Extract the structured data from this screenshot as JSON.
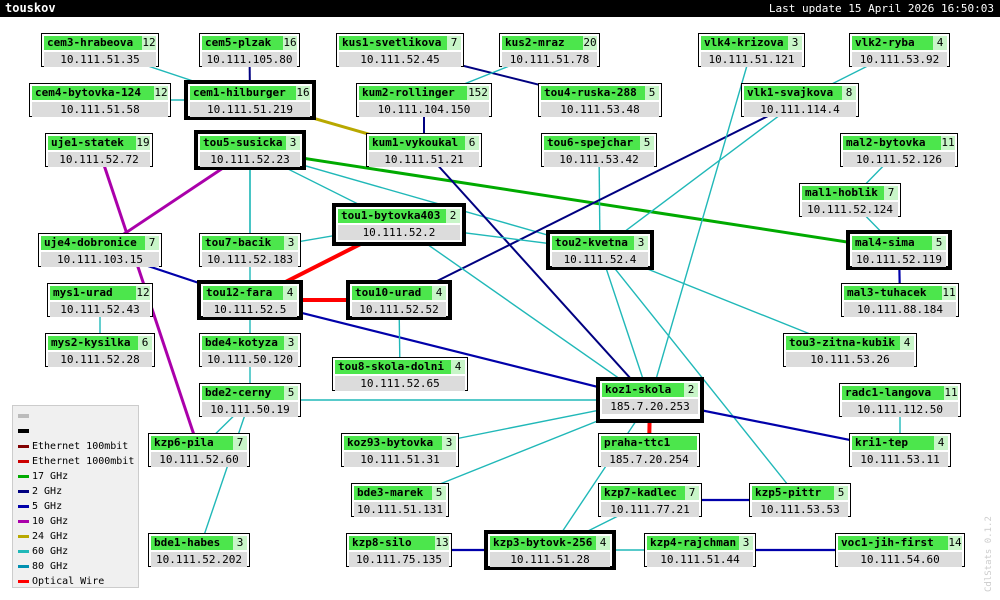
{
  "header": {
    "title": "touskov",
    "last_update": "Last update 15 April 2026 16:50:03"
  },
  "colors": {
    "legend_blank": "#bbbbbb",
    "legend_black": "#000000"
  },
  "legend": [
    {
      "label": "",
      "color": "#bbbbbb"
    },
    {
      "label": "",
      "color": "#000000"
    },
    {
      "label": "Ethernet 100mbit",
      "color": "#800000"
    },
    {
      "label": "Ethernet 1000mbit",
      "color": "#cc0000"
    },
    {
      "label": "17 GHz",
      "color": "#00aa00"
    },
    {
      "label": "2 GHz",
      "color": "#000080"
    },
    {
      "label": "5 GHz",
      "color": "#0000aa"
    },
    {
      "label": "10 GHz",
      "color": "#aa00aa"
    },
    {
      "label": "24 GHz",
      "color": "#b8a800"
    },
    {
      "label": "60 GHz",
      "color": "#20b8b8"
    },
    {
      "label": "80 GHz",
      "color": "#0090b0"
    },
    {
      "label": "Optical Wire",
      "color": "#ff0000"
    }
  ],
  "nodes": [
    {
      "id": "cem3",
      "name": "cem3-hrabeova",
      "count": "12",
      "ip": "10.111.51.35"
    },
    {
      "id": "cem5",
      "name": "cem5-plzak",
      "count": "16",
      "ip": "10.111.105.80"
    },
    {
      "id": "kus1",
      "name": "kus1-svetlikova",
      "count": "7",
      "ip": "10.111.52.45"
    },
    {
      "id": "kus2",
      "name": "kus2-mraz",
      "count": "20",
      "ip": "10.111.51.78"
    },
    {
      "id": "vlk4",
      "name": "vlk4-krizova",
      "count": "3",
      "ip": "10.111.51.121"
    },
    {
      "id": "vlk2",
      "name": "vlk2-ryba",
      "count": "4",
      "ip": "10.111.53.92"
    },
    {
      "id": "cem4",
      "name": "cem4-bytovka-124",
      "count": "12",
      "ip": "10.111.51.58"
    },
    {
      "id": "cem1",
      "name": "cem1-hilburger",
      "count": "16",
      "ip": "10.111.51.219"
    },
    {
      "id": "kum2",
      "name": "kum2-rollinger",
      "count": "152",
      "ip": "10.111.104.150"
    },
    {
      "id": "tou4",
      "name": "tou4-ruska-288",
      "count": "5",
      "ip": "10.111.53.48"
    },
    {
      "id": "vlk1",
      "name": "vlk1-svajkova",
      "count": "8",
      "ip": "10.111.114.4"
    },
    {
      "id": "uje1",
      "name": "uje1-statek",
      "count": "19",
      "ip": "10.111.52.72"
    },
    {
      "id": "tou5",
      "name": "tou5-susicka",
      "count": "3",
      "ip": "10.111.52.23"
    },
    {
      "id": "kum1",
      "name": "kum1-vykoukal",
      "count": "6",
      "ip": "10.111.51.21"
    },
    {
      "id": "tou6",
      "name": "tou6-spejchar",
      "count": "5",
      "ip": "10.111.53.42"
    },
    {
      "id": "mal2",
      "name": "mal2-bytovka",
      "count": "11",
      "ip": "10.111.52.126"
    },
    {
      "id": "mal1",
      "name": "mal1-hoblik",
      "count": "7",
      "ip": "10.111.52.124"
    },
    {
      "id": "tou1",
      "name": "tou1-bytovka403",
      "count": "2",
      "ip": "10.111.52.2"
    },
    {
      "id": "uje4",
      "name": "uje4-dobronice",
      "count": "7",
      "ip": "10.111.103.15"
    },
    {
      "id": "tou7",
      "name": "tou7-bacik",
      "count": "3",
      "ip": "10.111.52.183"
    },
    {
      "id": "tou2",
      "name": "tou2-kvetna",
      "count": "3",
      "ip": "10.111.52.4"
    },
    {
      "id": "mal4",
      "name": "mal4-sima",
      "count": "5",
      "ip": "10.111.52.119"
    },
    {
      "id": "mys1",
      "name": "mys1-urad",
      "count": "12",
      "ip": "10.111.52.43"
    },
    {
      "id": "tou12",
      "name": "tou12-fara",
      "count": "4",
      "ip": "10.111.52.5"
    },
    {
      "id": "tou10",
      "name": "tou10-urad",
      "count": "4",
      "ip": "10.111.52.52"
    },
    {
      "id": "mal3",
      "name": "mal3-tuhacek",
      "count": "11",
      "ip": "10.111.88.184"
    },
    {
      "id": "mys2",
      "name": "mys2-kysilka",
      "count": "6",
      "ip": "10.111.52.28"
    },
    {
      "id": "bde4",
      "name": "bde4-kotyza",
      "count": "3",
      "ip": "10.111.50.120"
    },
    {
      "id": "tou3",
      "name": "tou3-zitna-kubik",
      "count": "4",
      "ip": "10.111.53.26"
    },
    {
      "id": "tou8",
      "name": "tou8-skola-dolni",
      "count": "4",
      "ip": "10.111.52.65"
    },
    {
      "id": "bde2",
      "name": "bde2-cerny",
      "count": "5",
      "ip": "10.111.50.19"
    },
    {
      "id": "koz1",
      "name": "koz1-skola",
      "count": "2",
      "ip": "185.7.20.253"
    },
    {
      "id": "radc1",
      "name": "radc1-langova",
      "count": "11",
      "ip": "10.111.112.50"
    },
    {
      "id": "kzp6",
      "name": "kzp6-pila",
      "count": "7",
      "ip": "10.111.52.60"
    },
    {
      "id": "koz93",
      "name": "koz93-bytovka",
      "count": "3",
      "ip": "10.111.51.31"
    },
    {
      "id": "praha",
      "name": "praha-ttc1",
      "count": "",
      "ip": "185.7.20.254"
    },
    {
      "id": "kri1",
      "name": "kri1-tep",
      "count": "4",
      "ip": "10.111.53.11"
    },
    {
      "id": "bde3",
      "name": "bde3-marek",
      "count": "5",
      "ip": "10.111.51.131"
    },
    {
      "id": "kzp7",
      "name": "kzp7-kadlec",
      "count": "7",
      "ip": "10.111.77.21"
    },
    {
      "id": "kzp5",
      "name": "kzp5-pittr",
      "count": "5",
      "ip": "10.111.53.53"
    },
    {
      "id": "bde1",
      "name": "bde1-habes",
      "count": "3",
      "ip": "10.111.52.202"
    },
    {
      "id": "kzp8",
      "name": "kzp8-silo",
      "count": "13",
      "ip": "10.111.75.135"
    },
    {
      "id": "kzp3",
      "name": "kzp3-bytovk-256",
      "count": "4",
      "ip": "10.111.51.28"
    },
    {
      "id": "kzp4",
      "name": "kzp4-rajchman",
      "count": "3",
      "ip": "10.111.51.44"
    },
    {
      "id": "voc1",
      "name": "voc1-jih-first",
      "count": "14",
      "ip": "10.111.54.60"
    }
  ],
  "links": [
    {
      "from": "cem3",
      "to": "cem1",
      "type": "60 GHz"
    },
    {
      "from": "cem5",
      "to": "cem1",
      "type": "2 GHz"
    },
    {
      "from": "cem4",
      "to": "cem1",
      "type": "60 GHz"
    },
    {
      "from": "kus1",
      "to": "tou4",
      "type": "2 GHz"
    },
    {
      "from": "kus2",
      "to": "kum2",
      "type": "60 GHz"
    },
    {
      "from": "cem1",
      "to": "kum1",
      "type": "24 GHz"
    },
    {
      "from": "kum2",
      "to": "kum1",
      "type": "2 GHz"
    },
    {
      "from": "vlk2",
      "to": "vlk1",
      "type": "60 GHz"
    },
    {
      "from": "uje1",
      "to": "kzp6",
      "type": "10 GHz"
    },
    {
      "from": "tou5",
      "to": "mal4",
      "type": "17 GHz"
    },
    {
      "from": "tou5",
      "to": "uje4",
      "type": "10 GHz"
    },
    {
      "from": "tou5",
      "to": "tou7",
      "type": "60 GHz"
    },
    {
      "from": "tou5",
      "to": "tou12",
      "type": "60 GHz"
    },
    {
      "from": "tou5",
      "to": "tou1",
      "type": "60 GHz"
    },
    {
      "from": "tou5",
      "to": "tou2",
      "type": "60 GHz"
    },
    {
      "from": "kum1",
      "to": "koz1",
      "type": "2 GHz"
    },
    {
      "from": "tou6",
      "to": "tou2",
      "type": "60 GHz"
    },
    {
      "from": "mal2",
      "to": "mal1",
      "type": "60 GHz"
    },
    {
      "from": "mal1",
      "to": "mal4",
      "type": "60 GHz"
    },
    {
      "from": "mal4",
      "to": "mal3",
      "type": "5 GHz"
    },
    {
      "from": "vlk1",
      "to": "tou2",
      "type": "60 GHz"
    },
    {
      "from": "vlk1",
      "to": "tou10",
      "type": "2 GHz"
    },
    {
      "from": "vlk4",
      "to": "koz1",
      "type": "60 GHz"
    },
    {
      "from": "tou1",
      "to": "tou12",
      "type": "Optical Wire"
    },
    {
      "from": "tou1",
      "to": "koz1",
      "type": "60 GHz"
    },
    {
      "from": "tou1",
      "to": "tou7",
      "type": "60 GHz"
    },
    {
      "from": "tou1",
      "to": "tou2",
      "type": "60 GHz"
    },
    {
      "from": "uje4",
      "to": "tou12",
      "type": "5 GHz"
    },
    {
      "from": "tou12",
      "to": "tou10",
      "type": "Optical Wire"
    },
    {
      "from": "tou12",
      "to": "koz1",
      "type": "5 GHz"
    },
    {
      "from": "tou12",
      "to": "bde4",
      "type": "60 GHz"
    },
    {
      "from": "tou10",
      "to": "tou8",
      "type": "60 GHz"
    },
    {
      "from": "tou2",
      "to": "koz1",
      "type": "60 GHz"
    },
    {
      "from": "tou2",
      "to": "tou3",
      "type": "60 GHz"
    },
    {
      "from": "tou2",
      "to": "kzp5",
      "type": "60 GHz"
    },
    {
      "from": "mys1",
      "to": "mys2",
      "type": "60 GHz"
    },
    {
      "from": "bde4",
      "to": "bde2",
      "type": "60 GHz"
    },
    {
      "from": "bde2",
      "to": "koz1",
      "type": "60 GHz"
    },
    {
      "from": "bde2",
      "to": "kzp6",
      "type": "60 GHz"
    },
    {
      "from": "bde2",
      "to": "bde1",
      "type": "60 GHz"
    },
    {
      "from": "koz1",
      "to": "praha",
      "type": "Optical Wire"
    },
    {
      "from": "koz1",
      "to": "kri1",
      "type": "5 GHz"
    },
    {
      "from": "koz1",
      "to": "koz93",
      "type": "60 GHz"
    },
    {
      "from": "koz1",
      "to": "bde3",
      "type": "60 GHz"
    },
    {
      "from": "koz1",
      "to": "kzp3",
      "type": "60 GHz"
    },
    {
      "from": "radc1",
      "to": "kri1",
      "type": "60 GHz"
    },
    {
      "from": "kzp7",
      "to": "kzp5",
      "type": "5 GHz"
    },
    {
      "from": "kzp7",
      "to": "kzp3",
      "type": "60 GHz"
    },
    {
      "from": "kzp8",
      "to": "kzp3",
      "type": "5 GHz"
    },
    {
      "from": "kzp3",
      "to": "kzp4",
      "type": "60 GHz"
    },
    {
      "from": "kzp4",
      "to": "voc1",
      "type": "5 GHz"
    }
  ],
  "watermark": "CdlStats 0.1.2"
}
